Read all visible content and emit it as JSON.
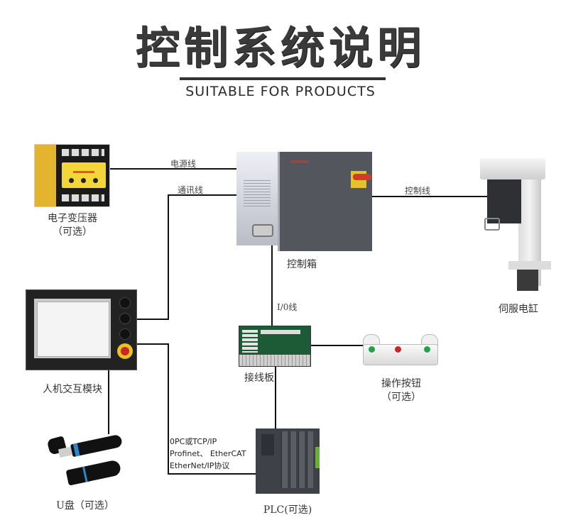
{
  "header": {
    "title": "控制系统说明",
    "subtitle": "SUITABLE FOR PRODUCTS"
  },
  "components": {
    "transformer": {
      "name": "电子变压器",
      "note": "（可选）"
    },
    "control_box": {
      "name": "控制箱"
    },
    "servo_cylinder": {
      "name": "伺服电缸"
    },
    "hmi": {
      "name": "人机交互模块"
    },
    "terminal_board": {
      "name": "接线板"
    },
    "operation_buttons": {
      "name": "操作按钮",
      "note": "（可选）"
    },
    "usb_drive": {
      "name": "U盘（可选）"
    },
    "plc": {
      "name": "PLC(可选)"
    }
  },
  "connections": {
    "power_line": "电源线",
    "comm_line": "通讯线",
    "control_line": "控制线",
    "io_line": "I/0线",
    "protocols": [
      "0PC或TCP/IP",
      "Profinet、 EtherCAT",
      "EtherNet/IP协议"
    ]
  },
  "colors": {
    "title": "#3a3a3a",
    "line": "#111111",
    "estop_red": "#c9262a",
    "estop_yellow": "#e8c21e",
    "button_green": "#22a34a",
    "usb_blue": "#2f86c8"
  }
}
